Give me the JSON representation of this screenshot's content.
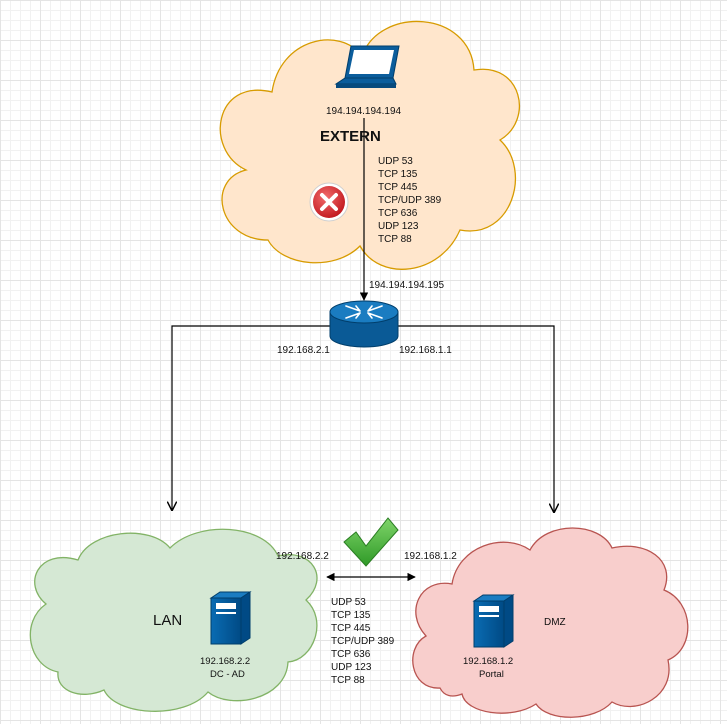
{
  "colors": {
    "extern_fill": "#ffe6cc",
    "extern_stroke": "#d79b00",
    "lan_fill": "#d5e8d4",
    "lan_stroke": "#82b366",
    "dmz_fill": "#f8cecc",
    "dmz_stroke": "#b85450",
    "device_blue": "#005b9e",
    "deny_red": "#d9262d",
    "allow_green": "#4caf3e"
  },
  "extern": {
    "title": "EXTERN",
    "laptop_ip": "194.194.194.194",
    "ports": [
      "UDP 53",
      "TCP 135",
      "TCP 445",
      "TCP/UDP 389",
      "TCP 636",
      "UDP 123",
      "TCP 88"
    ],
    "status_icon": "deny-x-icon"
  },
  "router": {
    "icon": "router-icon",
    "wan_ip": "194.194.194.195",
    "lan_ip": "192.168.2.1",
    "dmz_ip": "192.168.1.1"
  },
  "lan": {
    "title": "LAN",
    "link_ip": "192.168.2.2",
    "server_ip": "192.168.2.2",
    "server_name": "DC - AD"
  },
  "dmz": {
    "title": "DMZ",
    "link_ip": "192.168.1.2",
    "server_ip": "192.168.1.2",
    "server_name": "Portal"
  },
  "lan_dmz_link": {
    "ports": [
      "UDP 53",
      "TCP 135",
      "TCP 445",
      "TCP/UDP 389",
      "TCP 636",
      "UDP 123",
      "TCP 88"
    ],
    "status_icon": "allow-check-icon"
  }
}
